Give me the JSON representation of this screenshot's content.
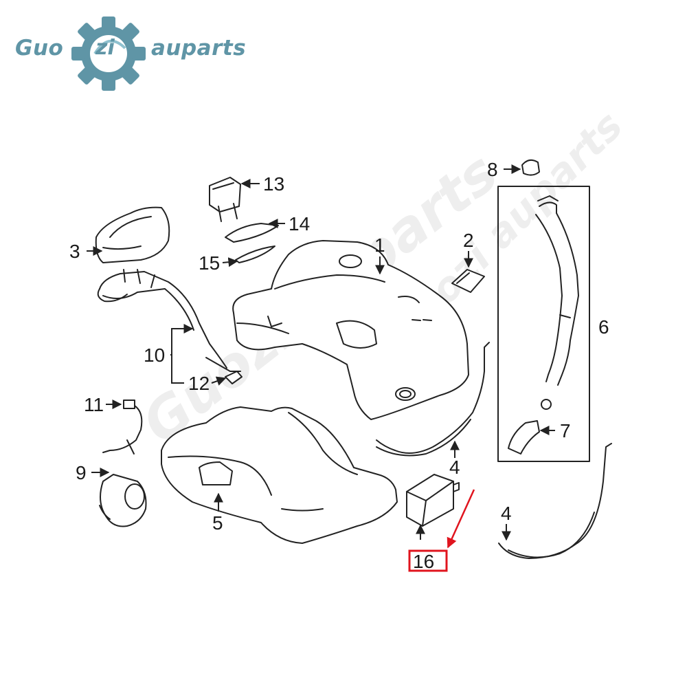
{
  "logo": {
    "left_text": "Guo",
    "center_text": "zi",
    "right_text": "auparts",
    "color": "#5f95a6"
  },
  "watermarks": {
    "primary": "Guozi auparts",
    "secondary": "Guozi auparts"
  },
  "diagram": {
    "line_color": "#222222",
    "highlight_color": "#e0141e",
    "callouts": {
      "c1": "1",
      "c2": "2",
      "c3": "3",
      "c4a": "4",
      "c4b": "4",
      "c5": "5",
      "c6": "6",
      "c7": "7",
      "c8": "8",
      "c9": "9",
      "c10": "10",
      "c11": "11",
      "c12": "12",
      "c13": "13",
      "c14": "14",
      "c15": "15",
      "c16": "16"
    }
  }
}
